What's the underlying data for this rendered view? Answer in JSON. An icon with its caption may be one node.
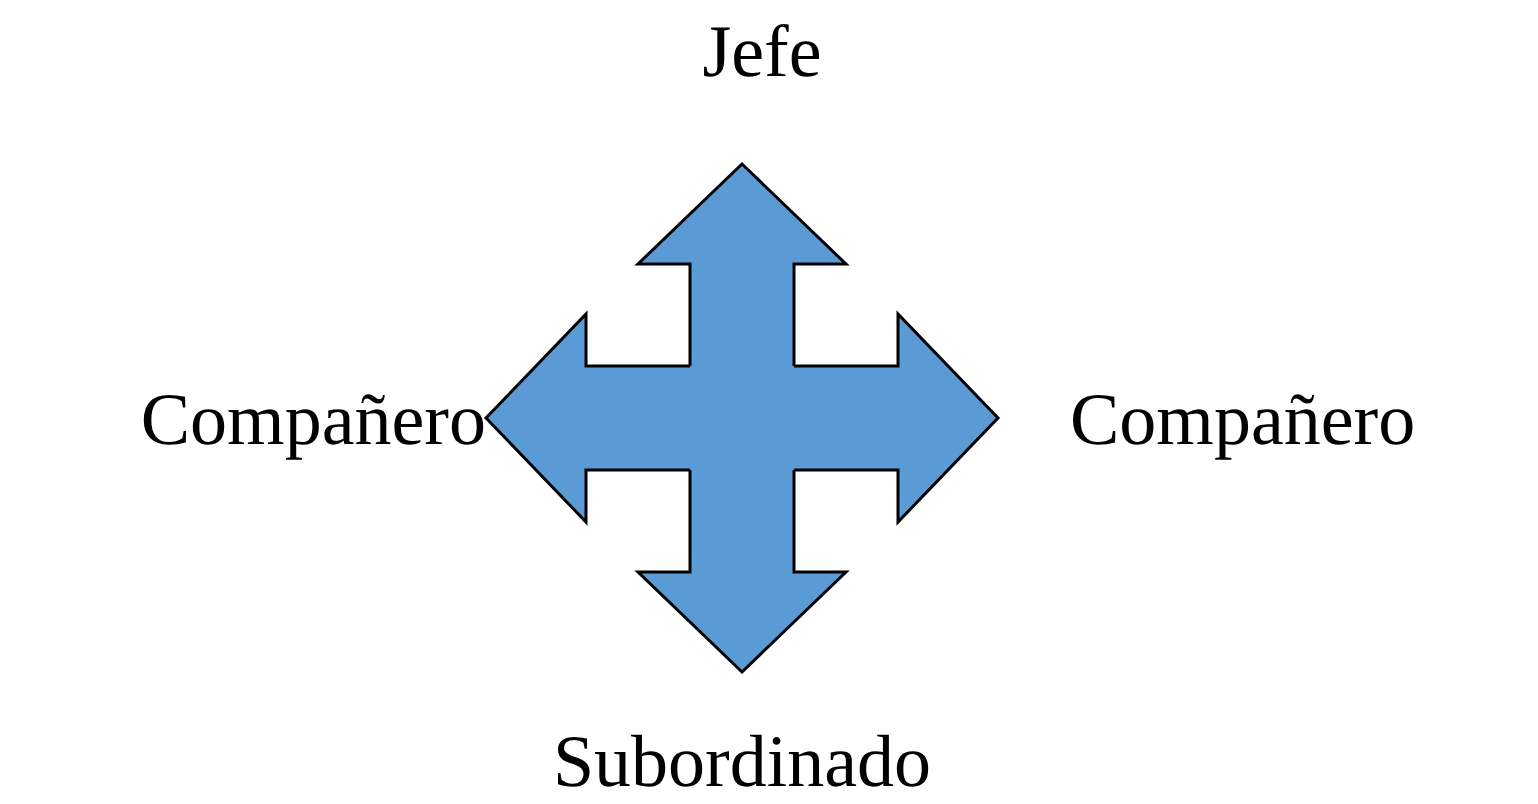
{
  "diagram": {
    "nodes": [
      {
        "text": [
          "Jefe"
        ]
      },
      {
        "text": [
          "Compañero"
        ]
      },
      {
        "text": [],
        "shape": "box"
      },
      {
        "text": [
          "Compañero"
        ]
      },
      {
        "text": [
          "Subordinado"
        ]
      }
    ],
    "edges": [
      {
        "from": 2,
        "to": 0,
        "arrow": "to"
      },
      {
        "from": 2,
        "to": 1,
        "arrow": "to"
      },
      {
        "from": 2,
        "to": 3,
        "arrow": "to"
      },
      {
        "from": 2,
        "to": 4,
        "arrow": "to"
      }
    ]
  }
}
